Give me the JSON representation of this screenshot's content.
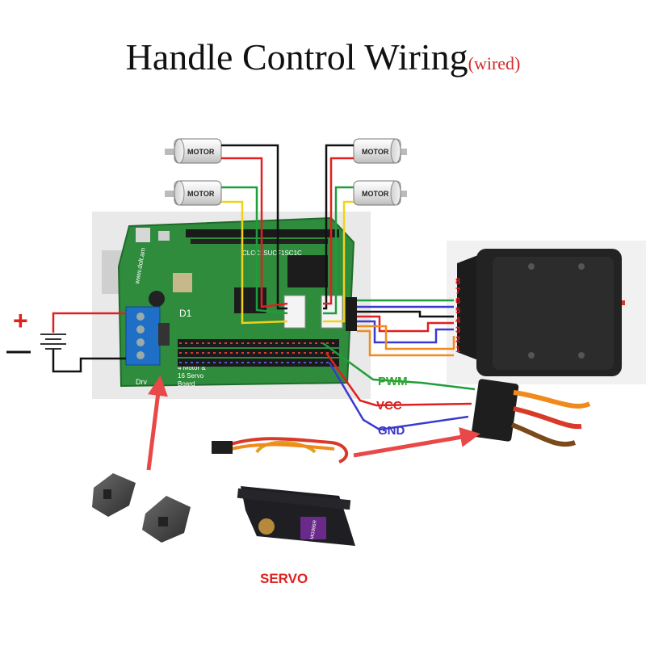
{
  "title": {
    "main": "Handle  Control Wiring",
    "sub": "(wired)"
  },
  "motors": [
    {
      "label": "MOTOR"
    },
    {
      "label": "MOTOR"
    },
    {
      "label": "MOTOR"
    },
    {
      "label": "MOTOR"
    }
  ],
  "battery": {
    "plus": "+",
    "minus": "—"
  },
  "board": {
    "chip_label": "CLCC1SUCF1SC1C",
    "website": "www.dolt.am",
    "name_line1": "4 Motor &",
    "name_line2": "16 Servo",
    "name_line3": "Board",
    "drv_label": "Drv",
    "d1_label": "D1"
  },
  "connector_pins": [
    "8",
    "7",
    "6",
    "5",
    "4",
    "3",
    "2",
    "1"
  ],
  "signals": {
    "pwm": "PWM",
    "vcc": "VCC",
    "gnd": "GND"
  },
  "servo": {
    "label": "SERVO",
    "model": "MG996R"
  },
  "colors": {
    "black": "#111111",
    "red": "#e02020",
    "green": "#1e9e3a",
    "yellow": "#f2d21b",
    "blue": "#3a3ad0",
    "orange": "#f08a1c",
    "pwm_text": "#2fa62f",
    "vcc_text": "#d42020",
    "gnd_text": "#3636c8",
    "arrow": "#e84848",
    "servo_text": "#e02020"
  }
}
